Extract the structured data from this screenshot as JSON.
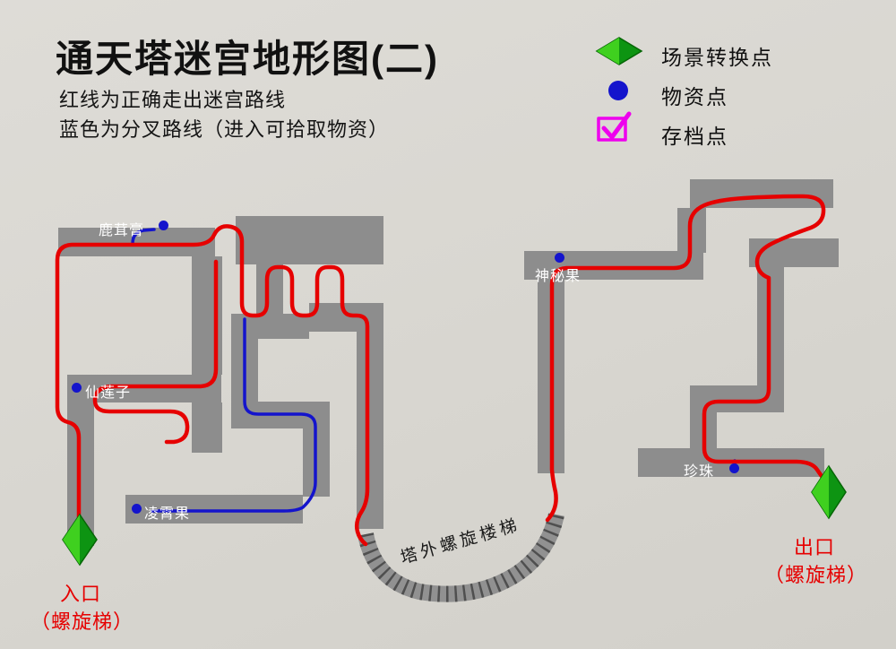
{
  "title": "通天塔迷宫地形图(二)",
  "subtitle1": "红线为正确走出迷宫路线",
  "subtitle2": "蓝色为分叉路线（进入可拾取物资）",
  "legend": {
    "scene_transfer": "场景转换点",
    "supply": "物资点",
    "save": "存档点"
  },
  "items": {
    "luronggao": "鹿茸膏",
    "xianlianzi": "仙莲子",
    "lingxiaoguo": "凌霄果",
    "shenmiguo": "神秘果",
    "zhenzhu": "珍珠"
  },
  "staircase_label": "塔外螺旋楼梯",
  "entrance": {
    "label": "入口",
    "sub": "（螺旋梯）"
  },
  "exit": {
    "label": "出口",
    "sub": "（螺旋梯）"
  },
  "colors": {
    "red": "#e60000",
    "blue": "#1414cc",
    "gray": "#8d8d8d",
    "green-light": "#3fd01f",
    "green-dark": "#0d9412",
    "magenta": "#ee00ee",
    "bg": "#d8d6d0"
  }
}
